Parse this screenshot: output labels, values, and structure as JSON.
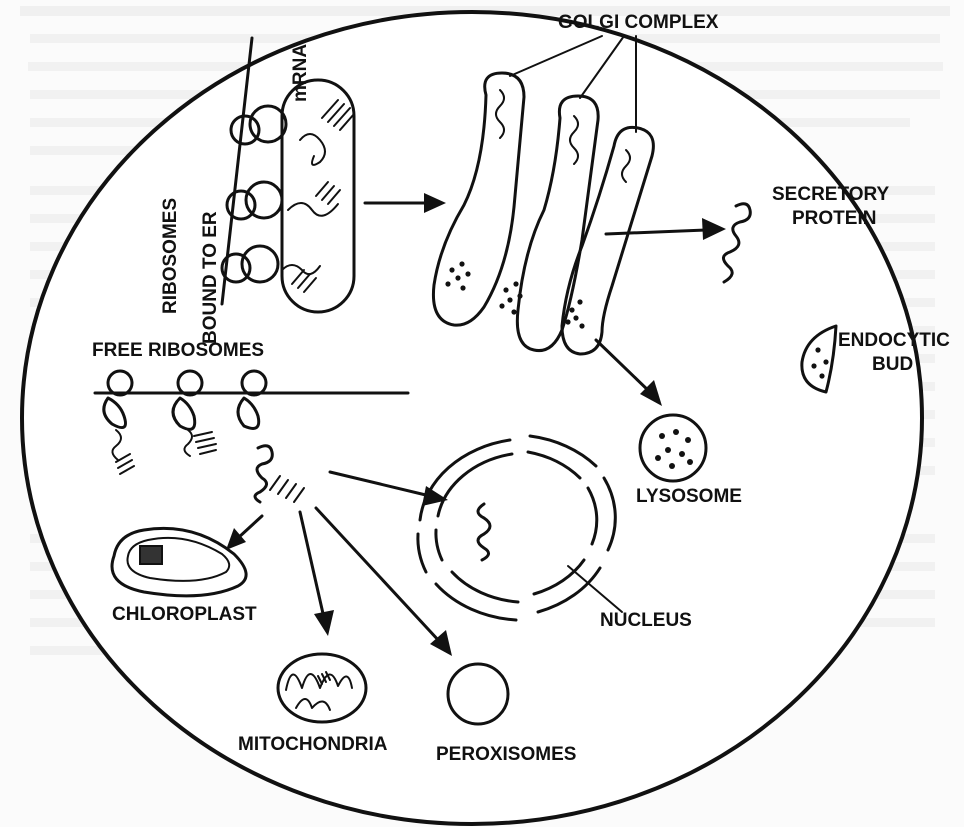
{
  "labels": {
    "golgi": "GOLGI COMPLEX",
    "mrna": "mRNA",
    "ribosomes_er_1": "RIBOSOMES",
    "ribosomes_er_2": "BOUND TO ER",
    "secretory_1": "SECRETORY",
    "secretory_2": "PROTEIN",
    "free_ribosomes": "FREE RIBOSOMES",
    "endocytic_1": "ENDOCYTIC",
    "endocytic_2": "BUD",
    "lysosome": "LYSOSOME",
    "chloroplast": "CHLOROPLAST",
    "nucleus": "NUCLEUS",
    "mitochondria": "MITOCHONDRIA",
    "peroxisomes": "PEROXISOMES"
  }
}
